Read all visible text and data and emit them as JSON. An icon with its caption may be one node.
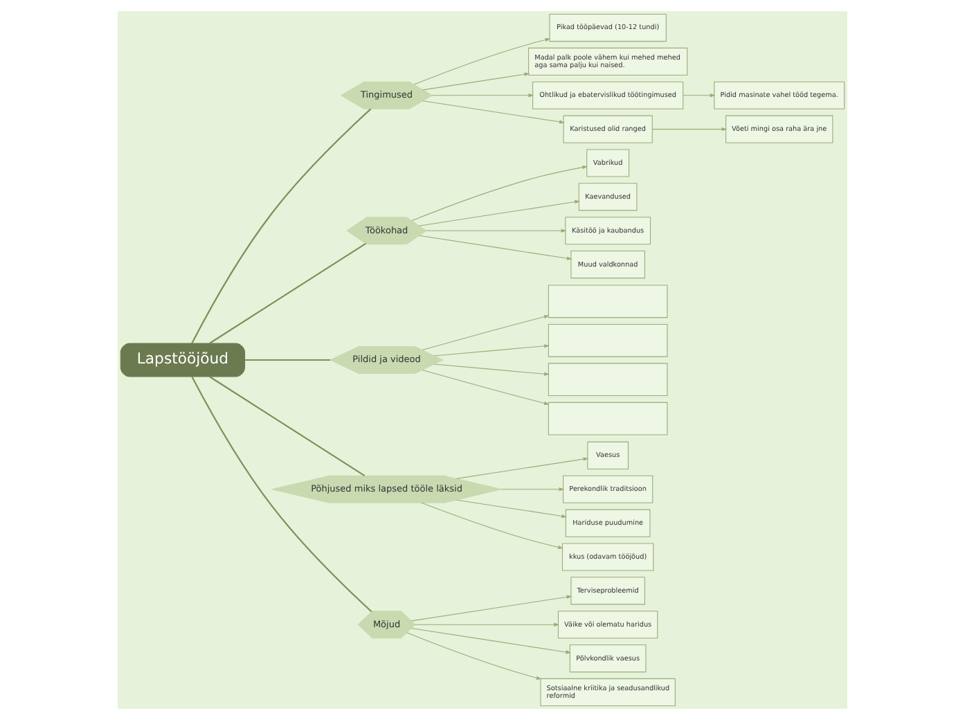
{
  "diagram": {
    "nodes": [
      {
        "text": [
          "Lapstööjõud"
        ]
      },
      {
        "text": [
          "Tingimused"
        ]
      },
      {
        "text": [
          "Pikad tööpäevad (10-12 tundi)"
        ]
      },
      {
        "text": [
          "Madal palk poole vähem kui mehed mehed aga sama palju kui naised."
        ]
      },
      {
        "text": [
          "Ohtlikud ja ebatervislikud töötingimused"
        ]
      },
      {
        "text": [
          "Pidid masinate vahel tööd tegema."
        ]
      },
      {
        "text": [
          "Karistused olid ranged"
        ]
      },
      {
        "text": [
          "Võeti mingi osa raha ära jne"
        ]
      },
      {
        "text": [
          "Töökohad"
        ]
      },
      {
        "text": [
          "Vabrikud"
        ]
      },
      {
        "text": [
          "Kaevandused"
        ]
      },
      {
        "text": [
          "Käsitöö ja kaubandus"
        ]
      },
      {
        "text": [
          "Muud valdkonnad"
        ]
      },
      {
        "text": [
          "Pildid ja videod"
        ]
      },
      {
        "text": [],
        "shape": "box"
      },
      {
        "text": [],
        "shape": "box"
      },
      {
        "text": [],
        "shape": "box"
      },
      {
        "text": [],
        "shape": "box"
      },
      {
        "text": [
          "Põhjused miks lapsed tööle läksid"
        ]
      },
      {
        "text": [
          "Vaesus"
        ]
      },
      {
        "text": [
          "Perekondlik traditsioon"
        ]
      },
      {
        "text": [
          "Hariduse puudumine"
        ]
      },
      {
        "text": [
          "kkus (odavam tööjõud)"
        ]
      },
      {
        "text": [
          "Mõjud"
        ]
      },
      {
        "text": [
          "Terviseprobleemid"
        ]
      },
      {
        "text": [
          "Väike või olematu haridus"
        ]
      },
      {
        "text": [
          "Põlvkondlik vaesus"
        ]
      },
      {
        "text": [
          "Sotsiaalne kriitika ja seadusandlikud reformid"
        ]
      }
    ],
    "edges": [
      {
        "from": 0,
        "to": 1,
        "arrow": "none"
      },
      {
        "from": 1,
        "to": 2,
        "arrow": "to"
      },
      {
        "from": 1,
        "to": 3,
        "arrow": "to"
      },
      {
        "from": 1,
        "to": 4,
        "arrow": "to"
      },
      {
        "from": 4,
        "to": 5,
        "arrow": "to"
      },
      {
        "from": 1,
        "to": 6,
        "arrow": "to"
      },
      {
        "from": 6,
        "to": 7,
        "arrow": "to"
      },
      {
        "from": 0,
        "to": 8,
        "arrow": "none"
      },
      {
        "from": 8,
        "to": 9,
        "arrow": "to"
      },
      {
        "from": 8,
        "to": 10,
        "arrow": "to"
      },
      {
        "from": 8,
        "to": 11,
        "arrow": "to"
      },
      {
        "from": 8,
        "to": 12,
        "arrow": "to"
      },
      {
        "from": 0,
        "to": 13,
        "arrow": "none"
      },
      {
        "from": 13,
        "to": 14,
        "arrow": "to"
      },
      {
        "from": 13,
        "to": 15,
        "arrow": "to"
      },
      {
        "from": 13,
        "to": 16,
        "arrow": "to"
      },
      {
        "from": 13,
        "to": 17,
        "arrow": "to"
      },
      {
        "from": 0,
        "to": 18,
        "arrow": "none"
      },
      {
        "from": 18,
        "to": 19,
        "arrow": "to"
      },
      {
        "from": 18,
        "to": 20,
        "arrow": "to"
      },
      {
        "from": 18,
        "to": 21,
        "arrow": "to"
      },
      {
        "from": 18,
        "to": 22,
        "arrow": "to"
      },
      {
        "from": 0,
        "to": 23,
        "arrow": "none"
      },
      {
        "from": 23,
        "to": 24,
        "arrow": "to"
      },
      {
        "from": 23,
        "to": 25,
        "arrow": "to"
      },
      {
        "from": 23,
        "to": 26,
        "arrow": "to"
      },
      {
        "from": 23,
        "to": 27,
        "arrow": "to"
      }
    ]
  }
}
